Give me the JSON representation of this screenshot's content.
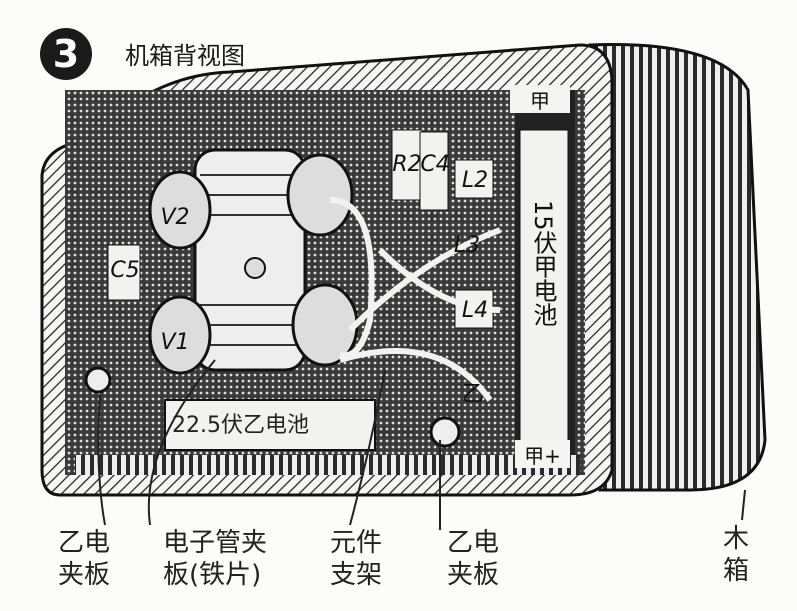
{
  "figure": {
    "number": "3",
    "title": "机箱背视图"
  },
  "parts": {
    "tube_v2": "V2",
    "tube_v1": "V1",
    "cap_c5": "C5",
    "res_r2": "R2",
    "cap_c4": "C4",
    "coil_l2": "L2",
    "coil_l3": "L3",
    "coil_l4": "L4",
    "battery_a_top": "甲",
    "battery_a_label": "15伏甲电池",
    "battery_a_bottom": "甲+",
    "battery_b_label": "22.5伏乙电池",
    "b_terminal": "乙"
  },
  "callouts": [
    {
      "line1": "乙电",
      "line2": "夹板"
    },
    {
      "line1": "电子管夹",
      "line2": "板(铁片)"
    },
    {
      "line1": "元件",
      "line2": "支架"
    },
    {
      "line1": "乙电",
      "line2": "夹板"
    },
    {
      "line1": "木",
      "line2": "箱"
    }
  ],
  "colors": {
    "ink": "#1a1a1a",
    "paper": "#fcfcfa"
  }
}
